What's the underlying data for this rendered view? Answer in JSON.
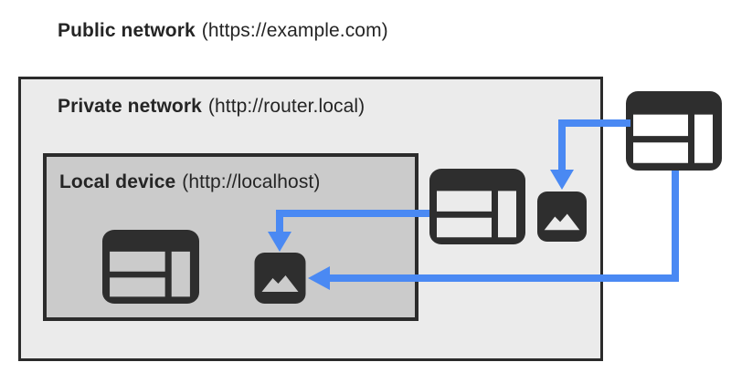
{
  "theme": {
    "accent_blue": "#4a89f3",
    "dark": "#2b2b2b",
    "icon_dark": "#2e2e2e",
    "text": "#252525",
    "private_bg": "#ebebeb",
    "local_bg": "#cbcbcb",
    "page_bg": "#ffffff"
  },
  "labels": {
    "public": {
      "name": "Public network",
      "url": "(https://example.com)"
    },
    "private": {
      "name": "Private network",
      "url": "(http://router.local)"
    },
    "local": {
      "name": "Local device",
      "url": "(http://localhost)"
    }
  },
  "icons": {
    "public_browser": "browser-window-icon",
    "private_browser": "browser-window-icon",
    "private_image": "image-icon",
    "local_browser": "browser-window-icon",
    "local_image": "image-icon"
  },
  "arrows": [
    {
      "from": "public-network-browser",
      "to": "private-network-image",
      "color": "#4a89f3"
    },
    {
      "from": "private-network-browser",
      "to": "local-device-image",
      "color": "#4a89f3"
    },
    {
      "from": "public-network-browser",
      "to": "local-device-image",
      "color": "#4a89f3"
    }
  ]
}
